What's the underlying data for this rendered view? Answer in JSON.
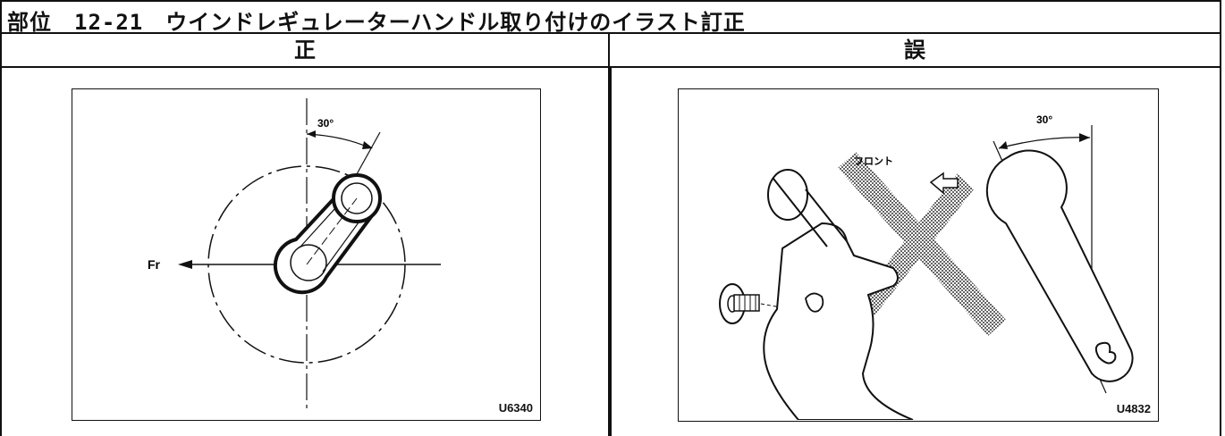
{
  "header": {
    "title": "部位　12-21　ウインドレギュレーターハンドル取り付けのイラスト訂正"
  },
  "columns": {
    "correct_label": "正",
    "wrong_label": "誤"
  },
  "figure_left": {
    "angle_label": "30°",
    "direction_label": "Fr",
    "code": "U6340"
  },
  "figure_right": {
    "angle_label": "30°",
    "front_label": "フロント",
    "code": "U4832"
  }
}
